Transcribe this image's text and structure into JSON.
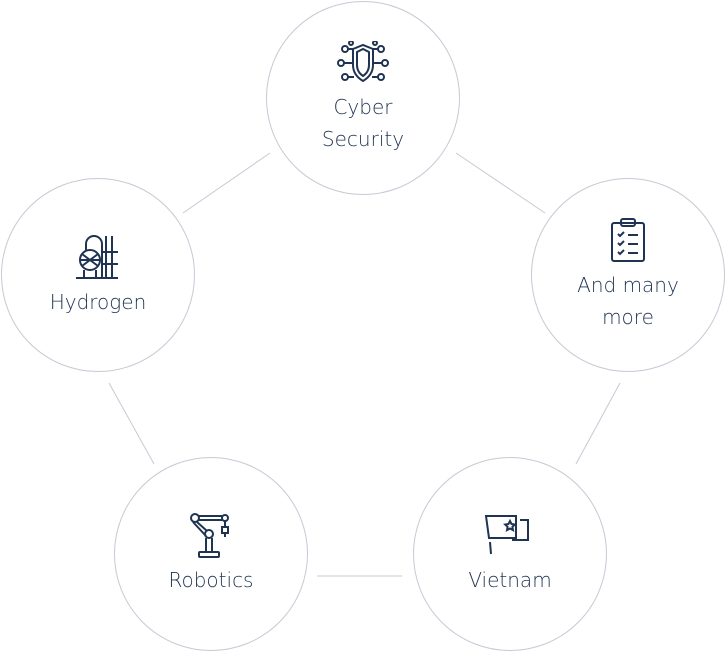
{
  "colors": {
    "text": "#1f3352",
    "stroke": "#c9c8d4",
    "icon": "#1f3352"
  },
  "nodes": [
    {
      "id": "cyber",
      "icon": "shield-circuit-icon",
      "line1": "Cyber",
      "line2": "Security"
    },
    {
      "id": "more",
      "icon": "clipboard-checklist-icon",
      "line1": "And many",
      "line2": "more"
    },
    {
      "id": "vietnam",
      "icon": "flag-star-icon",
      "line1": "Vietnam",
      "line2": ""
    },
    {
      "id": "robotics",
      "icon": "robot-arm-icon",
      "line1": "Robotics",
      "line2": ""
    },
    {
      "id": "hydrogen",
      "icon": "hydrogen-plant-icon",
      "line1": "Hydrogen",
      "line2": ""
    }
  ]
}
